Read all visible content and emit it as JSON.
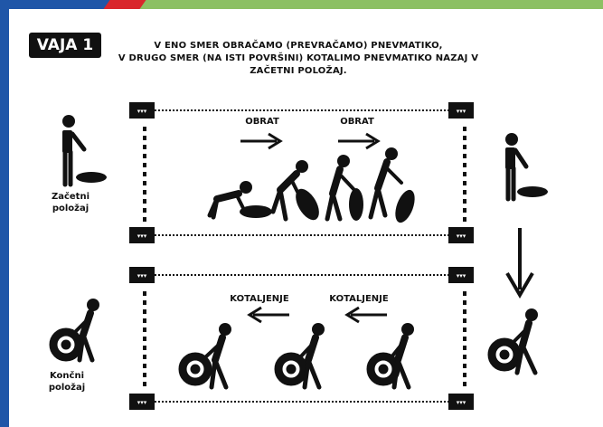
{
  "badge": "VAJA 1",
  "title": {
    "line1": "V ENO SMER OBRAČAMO (PREVRAČAMO) PNEVMATIKO,",
    "line2": "V DRUGO SMER (NA ISTI POVRŠINI) KOTALIMO PNEVMATIKO NAZAJ V",
    "line3": "ZAČETNI POLOŽAJ."
  },
  "top_section": {
    "arrow_labels": [
      "OBRAT",
      "OBRAT"
    ],
    "start_label_line1": "Začetni",
    "start_label_line2": "položaj"
  },
  "bottom_section": {
    "arrow_labels": [
      "KOTALJENJE",
      "KOTALJENJE"
    ],
    "end_label_line1": "Končni",
    "end_label_line2": "položaj"
  },
  "colors": {
    "blue": "#1f56a8",
    "red": "#d9262c",
    "green": "#8cc063",
    "ink": "#111111"
  }
}
